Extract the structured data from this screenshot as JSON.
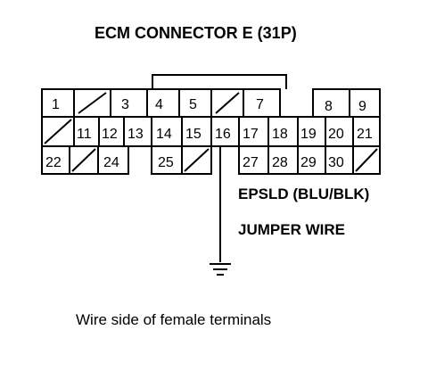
{
  "title": "ECM CONNECTOR E (31P)",
  "labels": {
    "epsld": "EPSLD (BLU/BLK)",
    "jumper": "JUMPER WIRE"
  },
  "caption": "Wire side of female terminals",
  "connector": {
    "rows": [
      [
        "1",
        "",
        "3",
        "4",
        "5",
        "",
        "7",
        "",
        "8",
        "9"
      ],
      [
        "",
        "11",
        "12",
        "13",
        "14",
        "15",
        "16",
        "17",
        "18",
        "19",
        "20",
        "21"
      ],
      [
        "22",
        "",
        "24",
        "",
        "25",
        "",
        "",
        "27",
        "28",
        "29",
        "30",
        ""
      ]
    ],
    "highlighted_terminal": "16"
  }
}
